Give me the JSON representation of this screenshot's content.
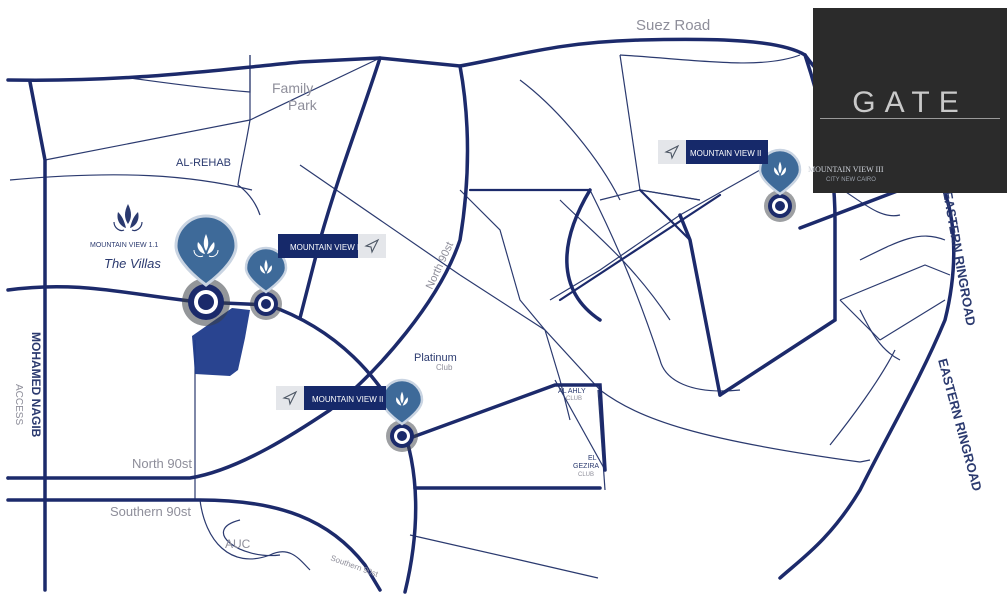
{
  "roads": {
    "suez": "Suez Road",
    "north90_label": "North 90st",
    "southern90_label": "Southern 90st",
    "southern90_small": "Southern 90st",
    "north90_vertical": "North 90st",
    "eastern_ring_1": "EASTERN RINGROAD",
    "eastern_ring_2": "EASTERN RINGROAD",
    "mohamed_nagib": "MOHAMED NAGIB",
    "mohamed_nagib_access": "ACCESS"
  },
  "places": {
    "family_park_line1": "Family",
    "family_park_line2": "Park",
    "al_rehab": "AL-REHAB",
    "platinum_line1": "Platinum",
    "platinum_line2": "Club",
    "al_ahly_line1": "AL AHLY",
    "al_ahly_line2": "CLUB",
    "el_gezira_line1": "EL",
    "el_gezira_line2": "GEZIRA",
    "el_gezira_line3": "CLUB",
    "auc": "AUC"
  },
  "projects": {
    "mv11_title": "MOUNTAIN VIEW 1.1",
    "mv11_subtitle": "The Villas",
    "mv1_tag": "MOUNTAIN VIEW I",
    "mv2_tag_east": "MOUNTAIN VIEW II",
    "mv2_tag_south": "MOUNTAIN VIEW II",
    "mv3_title": "MOUNTAIN VIEW III",
    "mv3_subtitle": "CITY NEW CAIRO"
  },
  "brand": {
    "logo_text": "GATE"
  },
  "colors": {
    "road": "#1c2a6b",
    "thin_road": "#2b3a6f",
    "pin": "#3e6a99",
    "tag": "#16296a"
  }
}
